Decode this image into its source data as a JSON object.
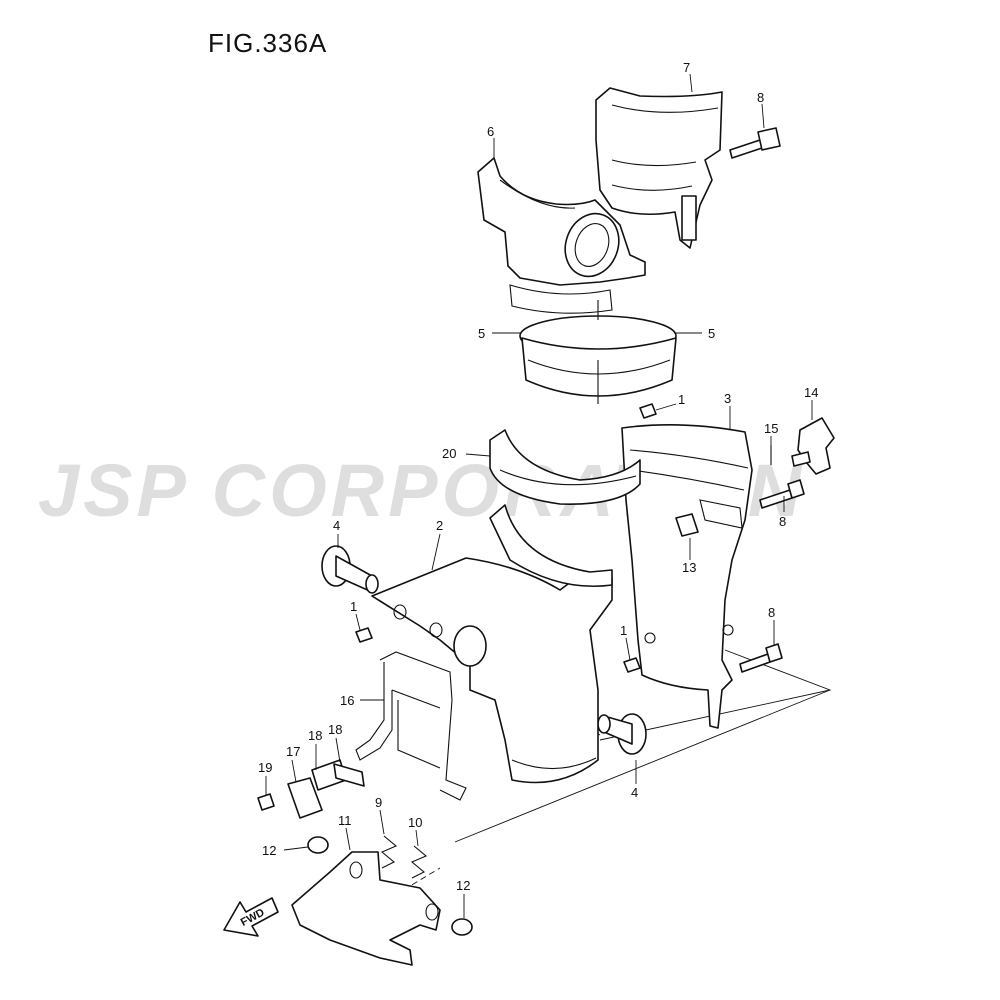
{
  "figure": {
    "title": "FIG.336A"
  },
  "watermark": {
    "text": "JSP CORPORATION",
    "color": "#d9d9d9"
  },
  "fwd_label": "FWD",
  "callouts": [
    "7",
    "8",
    "6",
    "5",
    "5",
    "1",
    "3",
    "14",
    "15",
    "20",
    "8",
    "4",
    "2",
    "13",
    "1",
    "8",
    "1",
    "16",
    "18",
    "17",
    "18",
    "19",
    "4",
    "9",
    "10",
    "11",
    "12",
    "12"
  ]
}
